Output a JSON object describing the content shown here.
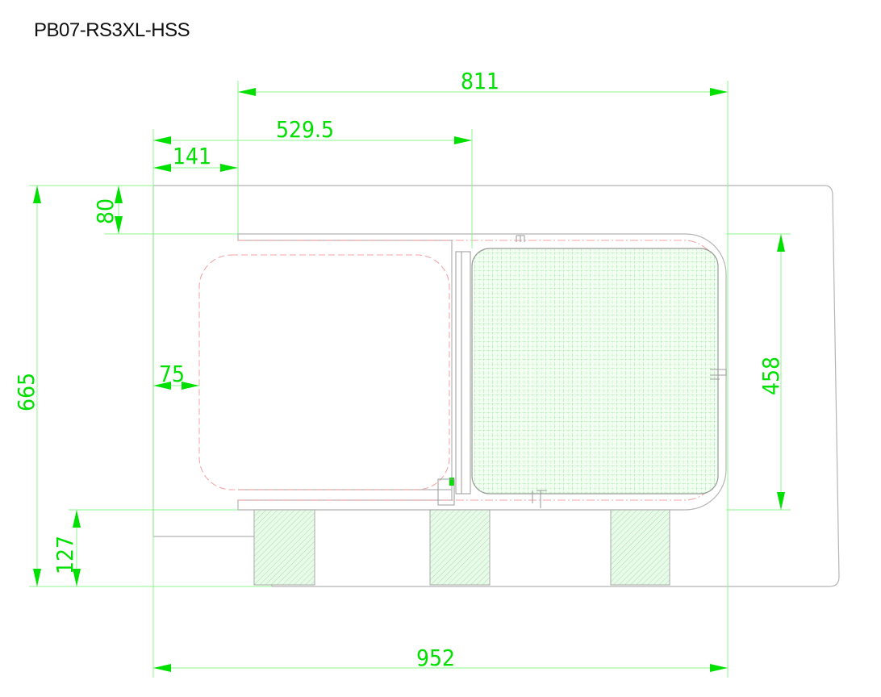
{
  "drawing": {
    "title": "PB07-RS3XL-HSS",
    "colors": {
      "dimension": "#00e000",
      "outline": "#b5b5b5",
      "hidden_line": "#f4a0a0",
      "hatch": "#8ee08e"
    },
    "dimensions": {
      "overall_width": "952",
      "panel_width": "811",
      "opening_offset": "529.5",
      "left_offset": "141",
      "top_offset": "80",
      "overall_height": "665",
      "panel_height": "458",
      "base_height": "127",
      "edge_margin": "75"
    }
  }
}
